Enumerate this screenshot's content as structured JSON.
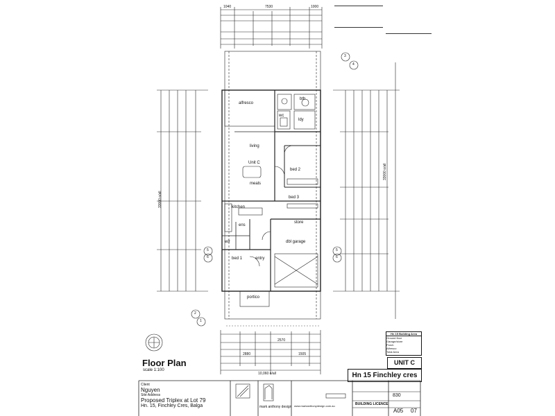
{
  "title_block": {
    "floor_plan_title": "Floor Plan",
    "scale": "scale 1:100",
    "unit": "UNIT C",
    "address": "Hn 15 Finchley cres",
    "client_label": "Client",
    "client": "Nguyen",
    "site_label": "Site Address",
    "project_line1": "Proposed Triplex at Lot 79",
    "project_line2": "Hn. 15, Finchley Cres, Balga",
    "company": "mark anthony design",
    "certifier": "BUILDING LICENCE",
    "job_no": "830",
    "sheet_no": "A05",
    "sheet_of": "07",
    "website": "www.markanthonydesign.com.au"
  },
  "rooms": {
    "alfresco": "alfresco",
    "living": "living",
    "unit_c": "Unit C",
    "meals": "meals",
    "bed2": "bed 2",
    "bed3": "bed 3",
    "kitchen": "kitchen",
    "store": "store",
    "dbl_garage": "dbl garage",
    "bed1": "bed 1",
    "entry": "entry",
    "portico": "portico",
    "wir": "wir",
    "ens": "ens",
    "wc": "wc",
    "ldy": "ldy",
    "bth": "bth"
  },
  "dimensions": {
    "top_total": "7530",
    "top_left": "1040",
    "top_right": "1000",
    "bottom_total": "10,060 o/all",
    "right_total": "33000 o/all",
    "left_total": "33000 o/all",
    "bottom_a": "2570",
    "bottom_b": "1505",
    "bottom_c": "2880"
  },
  "section_markers": {
    "top_a": "3",
    "top_b": "4",
    "left_a": "5",
    "left_b": "6",
    "right_a": "5",
    "right_b": "6",
    "bottom_a": "2",
    "bottom_b": "1"
  },
  "area_table": {
    "heading": "Hn 15 Building Area",
    "rows": [
      "Ground floor",
      "Garage/store",
      "Porch",
      "Alfresco",
      "Total Area"
    ]
  }
}
